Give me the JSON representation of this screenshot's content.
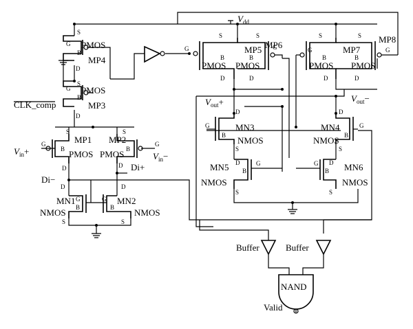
{
  "rails": {
    "vdd": "V",
    "vdd_sub": "dd"
  },
  "inputs": {
    "clk": "CLK_comp",
    "vin_pos": "V",
    "vin_pos_sub": "in",
    "vin_pos_sign": "+",
    "vin_neg": "V",
    "vin_neg_sub": "in",
    "vin_neg_sign": "−"
  },
  "nodes": {
    "di_minus": "Di−",
    "di_plus": "Di+",
    "vout_pos": "V",
    "vout_pos_sub": "out",
    "vout_pos_sign": "+",
    "vout_neg": "V",
    "vout_neg_sub": "out",
    "vout_neg_sign": "−"
  },
  "transistors": {
    "mp4": {
      "name": "MP4",
      "type": "PMOS"
    },
    "mp3": {
      "name": "MP3",
      "type": "PMOS"
    },
    "mp1": {
      "name": "MP1",
      "type": "PMOS"
    },
    "mp2": {
      "name": "MP2",
      "type": "PMOS"
    },
    "mn1": {
      "name": "MN1",
      "type": "NMOS"
    },
    "mn2": {
      "name": "MN2",
      "type": "NMOS"
    },
    "mp5": {
      "name": "MP5",
      "type": "PMOS"
    },
    "mp6": {
      "name": "MP6",
      "type": "PMOS"
    },
    "mp7": {
      "name": "MP7",
      "type": "PMOS"
    },
    "mp8": {
      "name": "MP8",
      "type": "PMOS"
    },
    "mn3": {
      "name": "MN3",
      "type": "NMOS"
    },
    "mn4": {
      "name": "MN4",
      "type": "NMOS"
    },
    "mn5": {
      "name": "MN5",
      "type": "NMOS"
    },
    "mn6": {
      "name": "MN6",
      "type": "NMOS"
    }
  },
  "terminals": {
    "g": "G",
    "s": "S",
    "d": "D",
    "b": "B"
  },
  "gates": {
    "buffer1": "Buffer",
    "buffer2": "Buffer",
    "nand": "NAND",
    "valid": "Valid"
  }
}
